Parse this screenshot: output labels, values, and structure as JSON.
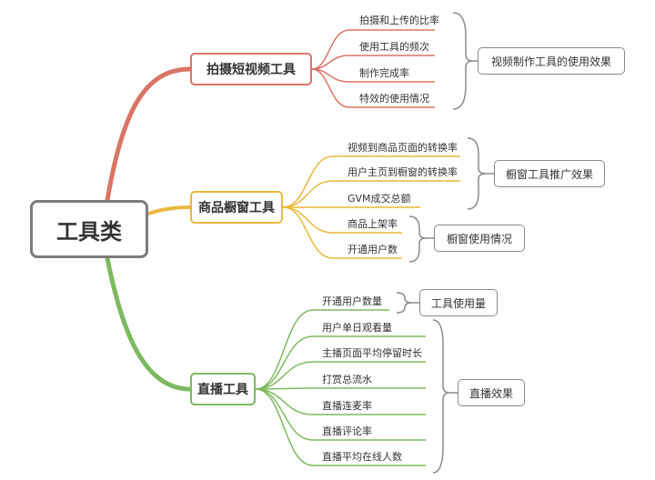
{
  "root": {
    "label": "工具类"
  },
  "branches": [
    {
      "label": "拍摄短视频工具",
      "color": "#d97566",
      "leaves": [
        "拍摄和上传的比率",
        "使用工具的频次",
        "制作完成率",
        "特效的使用情况"
      ],
      "summaries": [
        "视频制作工具的使用效果"
      ]
    },
    {
      "label": "商品橱窗工具",
      "color": "#e9b83e",
      "leaves": [
        "视频到商品页面的转换率",
        "用户主页到橱窗的转换率",
        "GVM成交总额",
        "商品上架率",
        "开通用户数"
      ],
      "summaries": [
        "橱窗工具推广效果",
        "橱窗使用情况"
      ]
    },
    {
      "label": "直播工具",
      "color": "#7db960",
      "leaves": [
        "开通用户数量",
        "用户单日观看量",
        "主播页面平均停留时长",
        "打赏总流水",
        "直播连麦率",
        "直播评论率",
        "直播平均在线人数"
      ],
      "summaries": [
        "工具使用量",
        "直播效果"
      ]
    }
  ]
}
